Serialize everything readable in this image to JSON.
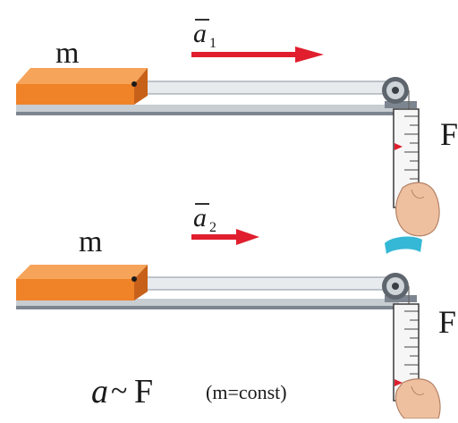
{
  "top_setup": {
    "mass_label": "m",
    "accel_label": "a",
    "accel_subscript": "1",
    "force_label": "F"
  },
  "bottom_setup": {
    "mass_label": "m",
    "accel_label": "a",
    "accel_subscript": "2",
    "force_label": "F"
  },
  "relation": {
    "lhs": "a",
    "operator": "~",
    "rhs": "F",
    "condition": "(m=const)"
  },
  "colors": {
    "block": "#f08228",
    "block_top": "#f6a45a",
    "arrow": "#e01e2e",
    "track": "#c8cdd2",
    "rail": "#7d8590",
    "hand": "#efc0a0",
    "cuff": "#35b8d6"
  }
}
